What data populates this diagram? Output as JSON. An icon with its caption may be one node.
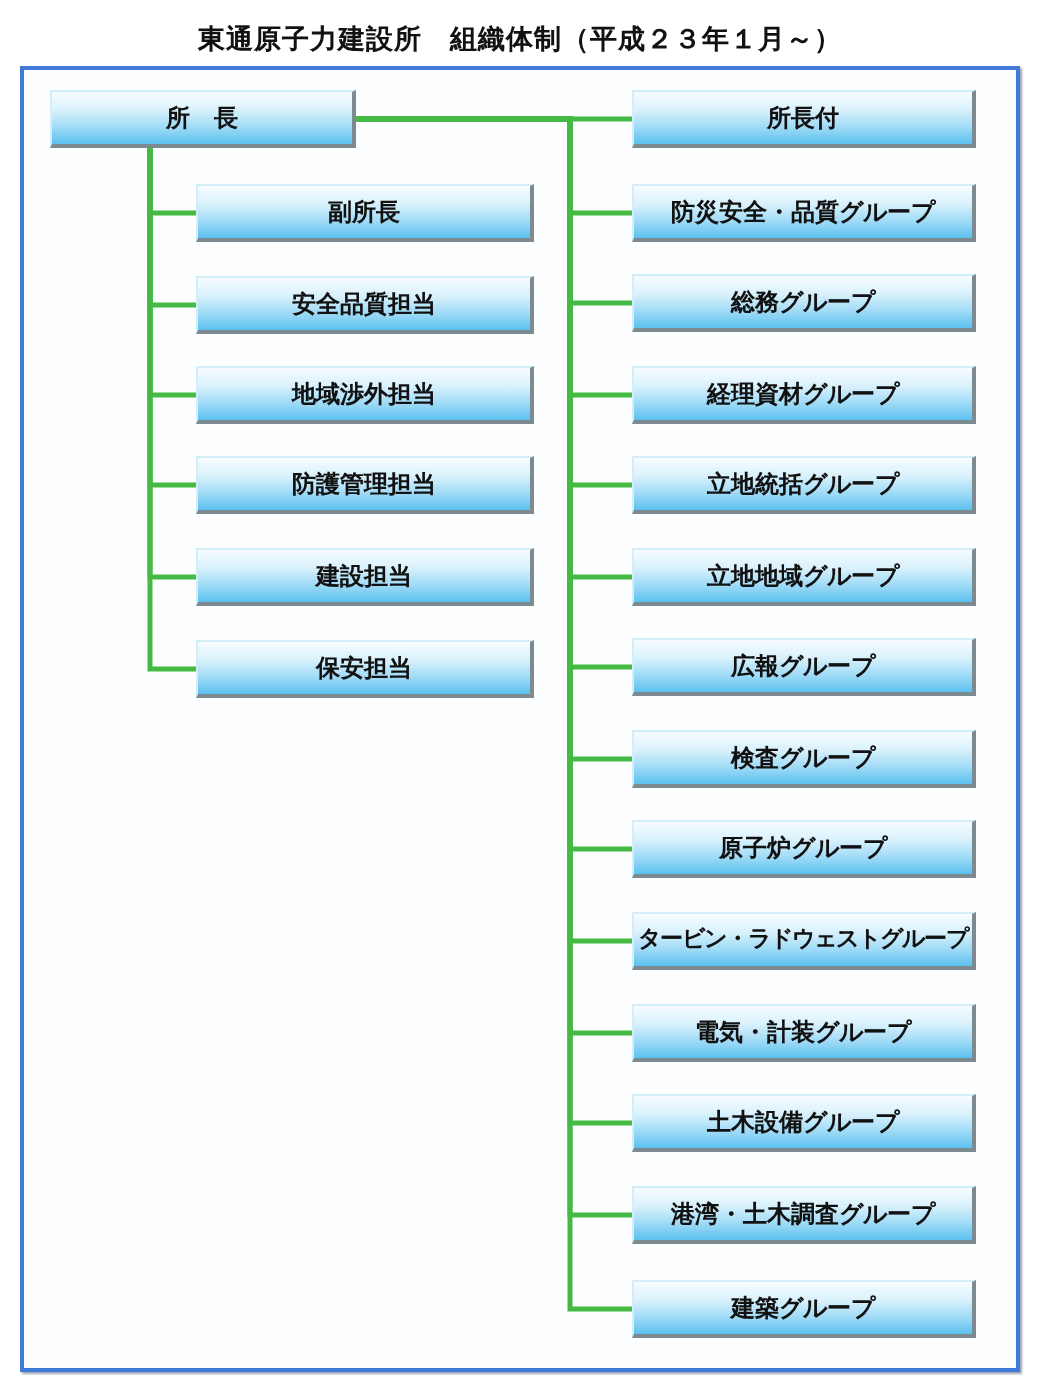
{
  "diagram": {
    "title": "東通原子力建設所　組織体制（平成２３年１月～）",
    "nodes": [
      {
        "text": [
          "所　長"
        ]
      },
      {
        "text": [
          "副所長"
        ]
      },
      {
        "text": [
          "安全品質担当"
        ]
      },
      {
        "text": [
          "地域渉外担当"
        ]
      },
      {
        "text": [
          "防護管理担当"
        ]
      },
      {
        "text": [
          "建設担当"
        ]
      },
      {
        "text": [
          "保安担当"
        ]
      },
      {
        "text": [
          "所長付"
        ]
      },
      {
        "text": [
          "防災安全・品質グループ"
        ]
      },
      {
        "text": [
          "総務グループ"
        ]
      },
      {
        "text": [
          "経理資材グループ"
        ]
      },
      {
        "text": [
          "立地統括グループ"
        ]
      },
      {
        "text": [
          "立地地域グループ"
        ]
      },
      {
        "text": [
          "広報グループ"
        ]
      },
      {
        "text": [
          "検査グループ"
        ]
      },
      {
        "text": [
          "原子炉グループ"
        ]
      },
      {
        "text": [
          "タービン・ラドウェストグループ"
        ]
      },
      {
        "text": [
          "電気・計装グループ"
        ]
      },
      {
        "text": [
          "土木設備グループ"
        ]
      },
      {
        "text": [
          "港湾・土木調査グループ"
        ]
      },
      {
        "text": [
          "建築グループ"
        ]
      }
    ],
    "edges": [
      {
        "from": 0,
        "to": 1,
        "arrow": "none"
      },
      {
        "from": 0,
        "to": 2,
        "arrow": "none"
      },
      {
        "from": 0,
        "to": 3,
        "arrow": "none"
      },
      {
        "from": 0,
        "to": 4,
        "arrow": "none"
      },
      {
        "from": 0,
        "to": 5,
        "arrow": "none"
      },
      {
        "from": 0,
        "to": 6,
        "arrow": "none"
      },
      {
        "from": 0,
        "to": 7,
        "arrow": "none"
      },
      {
        "from": 0,
        "to": 8,
        "arrow": "none"
      },
      {
        "from": 0,
        "to": 9,
        "arrow": "none"
      },
      {
        "from": 0,
        "to": 10,
        "arrow": "none"
      },
      {
        "from": 0,
        "to": 11,
        "arrow": "none"
      },
      {
        "from": 0,
        "to": 12,
        "arrow": "none"
      },
      {
        "from": 0,
        "to": 13,
        "arrow": "none"
      },
      {
        "from": 0,
        "to": 14,
        "arrow": "none"
      },
      {
        "from": 0,
        "to": 15,
        "arrow": "none"
      },
      {
        "from": 0,
        "to": 16,
        "arrow": "none"
      },
      {
        "from": 0,
        "to": 17,
        "arrow": "none"
      },
      {
        "from": 0,
        "to": 18,
        "arrow": "none"
      },
      {
        "from": 0,
        "to": 19,
        "arrow": "none"
      },
      {
        "from": 0,
        "to": 20,
        "arrow": "none"
      }
    ]
  }
}
